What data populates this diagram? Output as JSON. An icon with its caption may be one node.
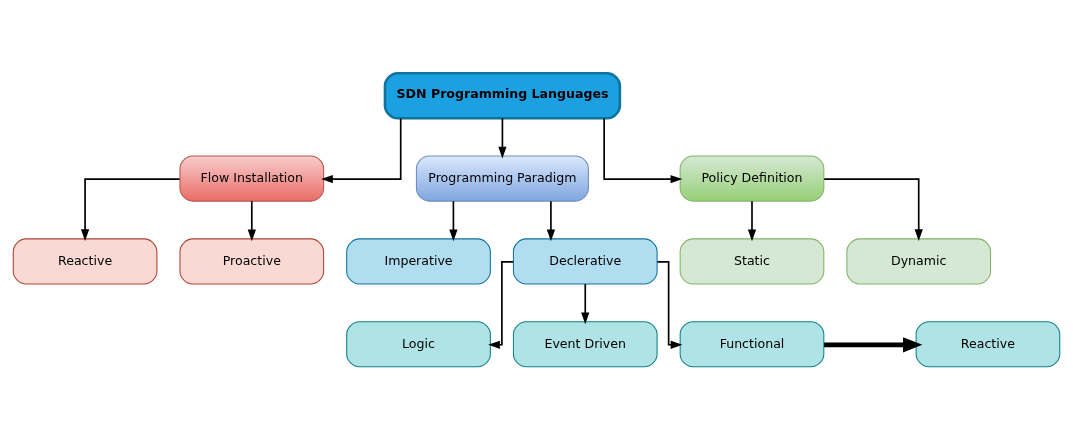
{
  "diagram": {
    "nodes": [
      {
        "text": [
          "SDN Programming Languages"
        ]
      },
      {
        "text": [
          "Flow Installation"
        ]
      },
      {
        "text": [
          "Programming Paradigm"
        ]
      },
      {
        "text": [
          "Policy Definition"
        ]
      },
      {
        "text": [
          "Reactive"
        ]
      },
      {
        "text": [
          "Proactive"
        ]
      },
      {
        "text": [
          "Imperative"
        ]
      },
      {
        "text": [
          "Declerative"
        ]
      },
      {
        "text": [
          "Static"
        ]
      },
      {
        "text": [
          "Dynamic"
        ]
      },
      {
        "text": [
          "Logic"
        ]
      },
      {
        "text": [
          "Event Driven"
        ]
      },
      {
        "text": [
          "Functional"
        ]
      },
      {
        "text": [
          "Reactive"
        ]
      }
    ],
    "edges": [
      {
        "from": 0,
        "to": 1,
        "arrow": "to"
      },
      {
        "from": 0,
        "to": 2,
        "arrow": "to"
      },
      {
        "from": 0,
        "to": 3,
        "arrow": "to"
      },
      {
        "from": 1,
        "to": 4,
        "arrow": "to"
      },
      {
        "from": 1,
        "to": 5,
        "arrow": "to"
      },
      {
        "from": 2,
        "to": 6,
        "arrow": "to"
      },
      {
        "from": 2,
        "to": 7,
        "arrow": "to"
      },
      {
        "from": 3,
        "to": 8,
        "arrow": "to"
      },
      {
        "from": 3,
        "to": 9,
        "arrow": "to"
      },
      {
        "from": 7,
        "to": 10,
        "arrow": "to"
      },
      {
        "from": 7,
        "to": 11,
        "arrow": "to"
      },
      {
        "from": 7,
        "to": 12,
        "arrow": "to"
      },
      {
        "from": 12,
        "to": 13,
        "arrow": "to",
        "style": "thick"
      }
    ]
  }
}
